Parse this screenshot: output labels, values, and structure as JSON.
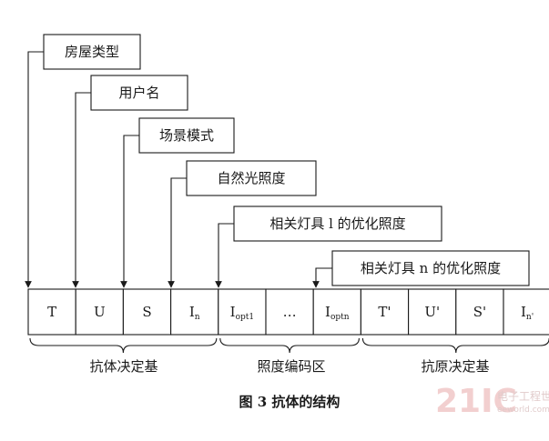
{
  "callouts": [
    {
      "label": "房屋类型"
    },
    {
      "label": "用户名"
    },
    {
      "label": "场景模式"
    },
    {
      "label": "自然光照度"
    },
    {
      "label": "相关灯具 l 的优化照度"
    },
    {
      "label": "相关灯具 n 的优化照度"
    }
  ],
  "cells": [
    {
      "main": "T",
      "sub": ""
    },
    {
      "main": "U",
      "sub": ""
    },
    {
      "main": "S",
      "sub": ""
    },
    {
      "main": "I",
      "sub": "n"
    },
    {
      "main": "I",
      "sub": "opt1"
    },
    {
      "main": "…",
      "sub": ""
    },
    {
      "main": "I",
      "sub": "optn"
    },
    {
      "main": "T'",
      "sub": ""
    },
    {
      "main": "U'",
      "sub": ""
    },
    {
      "main": "S'",
      "sub": ""
    },
    {
      "main": "I",
      "sub": "n'"
    }
  ],
  "groups": [
    {
      "label": "抗体决定基"
    },
    {
      "label": "照度编码区"
    },
    {
      "label": "抗原决定基"
    }
  ],
  "caption": "图 3    抗体的结构",
  "watermark": {
    "number": "21IC",
    "site": "电子工程世界",
    "url": "eeworld.com.cn"
  },
  "colors": {
    "line": "#1a1a1a",
    "watermark": "#e8b4b4"
  }
}
